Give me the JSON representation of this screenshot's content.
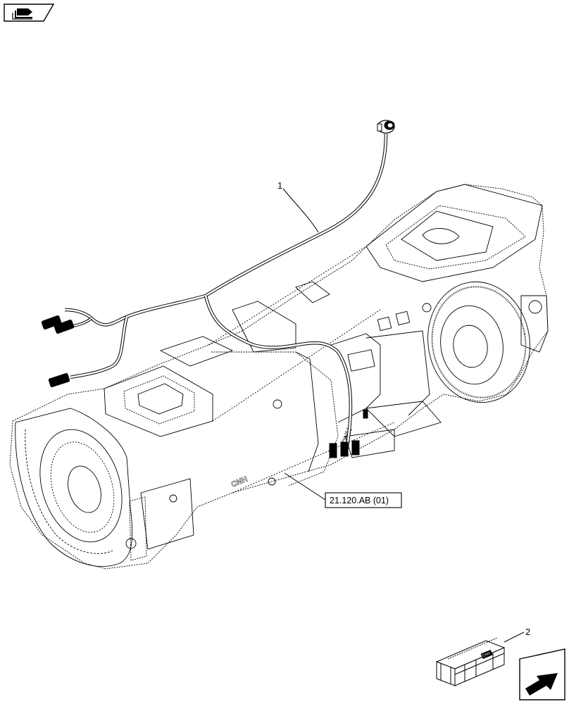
{
  "callouts": [
    {
      "id": "1",
      "label": "1"
    },
    {
      "id": "2",
      "label": "2"
    }
  ],
  "reference_tag": {
    "label": "21.120.AB (01)"
  },
  "casting_marks": {
    "front": "CNH",
    "middle": "CNH"
  },
  "crate_mark": "CNH",
  "icons": {
    "top_left": "book-pointer-icon",
    "bottom_right": "next-page-arrow-icon"
  },
  "colors": {
    "line": "#000000",
    "background": "#ffffff"
  }
}
